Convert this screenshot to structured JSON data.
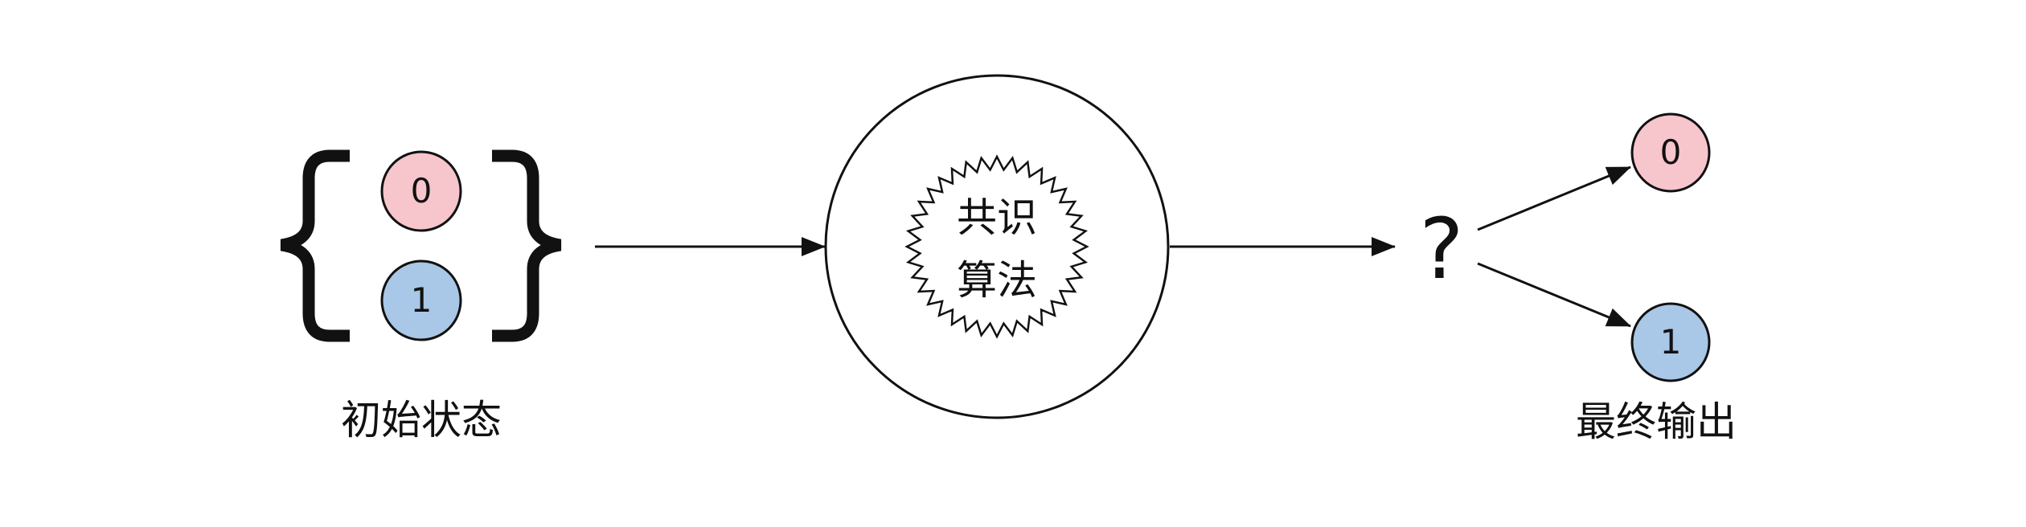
{
  "initial_state": {
    "values": [
      "0",
      "1"
    ],
    "label": "初始状态"
  },
  "algorithm": {
    "line1": "共识",
    "line2": "算法"
  },
  "uncertain": {
    "symbol": "?"
  },
  "final_output": {
    "values": [
      "0",
      "1"
    ],
    "label": "最终输出"
  },
  "colors": {
    "zero_fill": "#f7c5cc",
    "one_fill": "#a9c7e6",
    "stroke": "#111111"
  }
}
